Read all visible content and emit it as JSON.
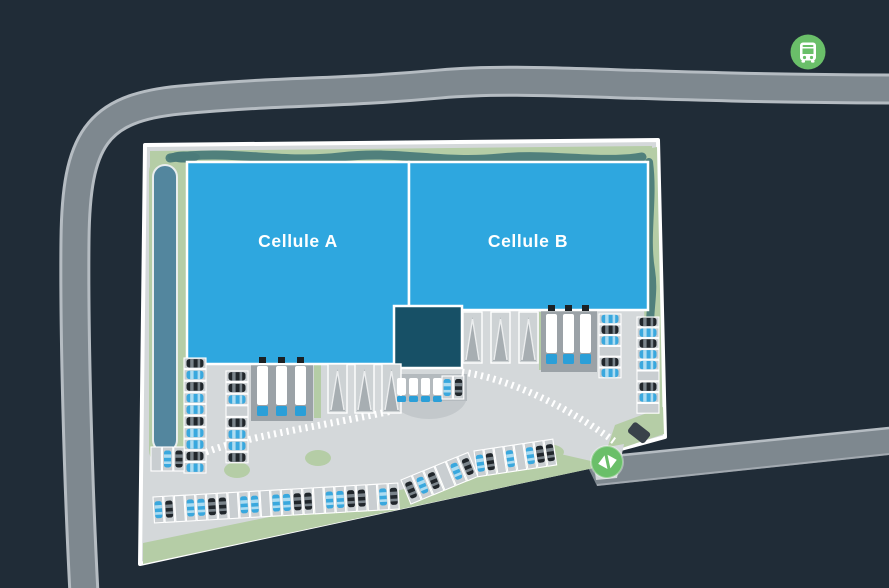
{
  "labels": {
    "cell_a": "Cellule A",
    "cell_b": "Cellule B"
  },
  "colors": {
    "background": "#202c37",
    "road": "#7e888f",
    "road_edge": "#b5bcc2",
    "pavement": "#d4d8da",
    "site_border": "#ffffff",
    "green": "#b5cda6",
    "hedge": "#4b7b79",
    "pond": "#53869e",
    "building": "#2ea7df",
    "office": "#175066",
    "dock_pad": "#9ba2a7",
    "trailer": "#ffffff",
    "truck_cab": "#2b9fd8",
    "car_blue": "#39a8de",
    "car_black": "#20262b",
    "space": "#c9ced1",
    "icon_green": "#6abf69",
    "gate": "#39424a"
  },
  "icons": {
    "bus_stop": "bus-icon",
    "site_entrance": "entrance-arrows-icon"
  },
  "parking": {
    "left_col_1": [
      "black",
      "blue",
      "black",
      "blue",
      "blue",
      "black",
      "blue",
      "blue",
      "black",
      "blue"
    ],
    "left_col_2": [
      "black",
      "black",
      "blue",
      "empty",
      "black",
      "blue",
      "blue",
      "black"
    ],
    "right_col_1": [
      "blue",
      "black",
      "blue",
      "empty",
      "black",
      "blue"
    ],
    "right_col_2": [
      "black",
      "blue",
      "black",
      "blue",
      "blue",
      "empty",
      "black",
      "blue",
      "empty"
    ],
    "bottom_row_1": [
      "blue",
      "black",
      "empty",
      "blue",
      "blue",
      "black",
      "black",
      "empty",
      "blue",
      "blue",
      "empty",
      "blue",
      "blue",
      "black",
      "black",
      "empty",
      "blue",
      "blue",
      "black",
      "black",
      "empty",
      "blue",
      "black"
    ],
    "bottom_row_2": [
      "black",
      "blue",
      "black",
      "empty",
      "blue",
      "black"
    ],
    "bottom_row_3": [
      "blue",
      "black",
      "empty",
      "blue",
      "empty",
      "blue",
      "black",
      "black"
    ],
    "small_row_left": [
      "empty",
      "blue",
      "black"
    ],
    "office_spaces": [
      "blue",
      "black"
    ]
  },
  "docks": {
    "cell_a_trucks": 3,
    "cell_b_trucks": 3,
    "small_dock_trucks": 4,
    "ramp_bays_a": 3,
    "ramp_bays_b": 3
  }
}
